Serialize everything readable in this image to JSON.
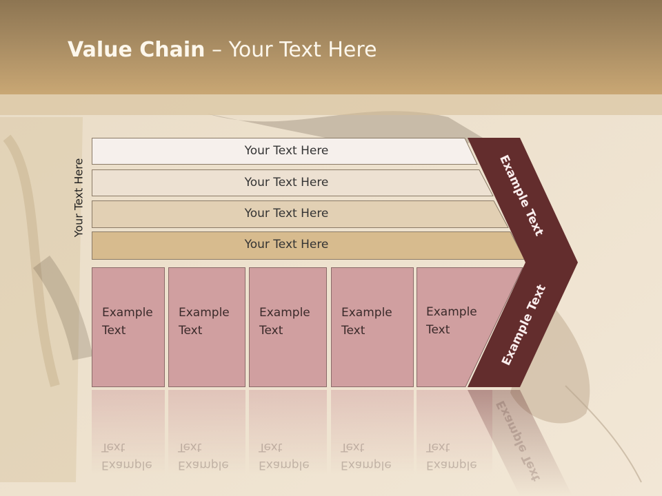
{
  "title": {
    "bold": "Value Chain",
    "rest": " – Your Text Here"
  },
  "vertical_label": "Your Text Here",
  "bars": [
    {
      "label": "Your Text Here",
      "color": "#f6f0ec"
    },
    {
      "label": "Your Text Here",
      "color": "#ede1d2"
    },
    {
      "label": "Your Text Here",
      "color": "#e2d0b4"
    },
    {
      "label": "Your Text Here",
      "color": "#d7bb8e"
    }
  ],
  "cells": [
    {
      "line1": "Example",
      "line2": "Text"
    },
    {
      "line1": "Example",
      "line2": "Text"
    },
    {
      "line1": "Example",
      "line2": "Text"
    },
    {
      "line1": "Example",
      "line2": "Text"
    },
    {
      "line1": "Example",
      "line2": "Text"
    }
  ],
  "chevron": {
    "top_label": "Example Text",
    "bottom_label": "Example Text",
    "color": "#632d2d"
  },
  "colors": {
    "cell_fill": "#d09fa0",
    "title_bar": "#a78b62"
  }
}
